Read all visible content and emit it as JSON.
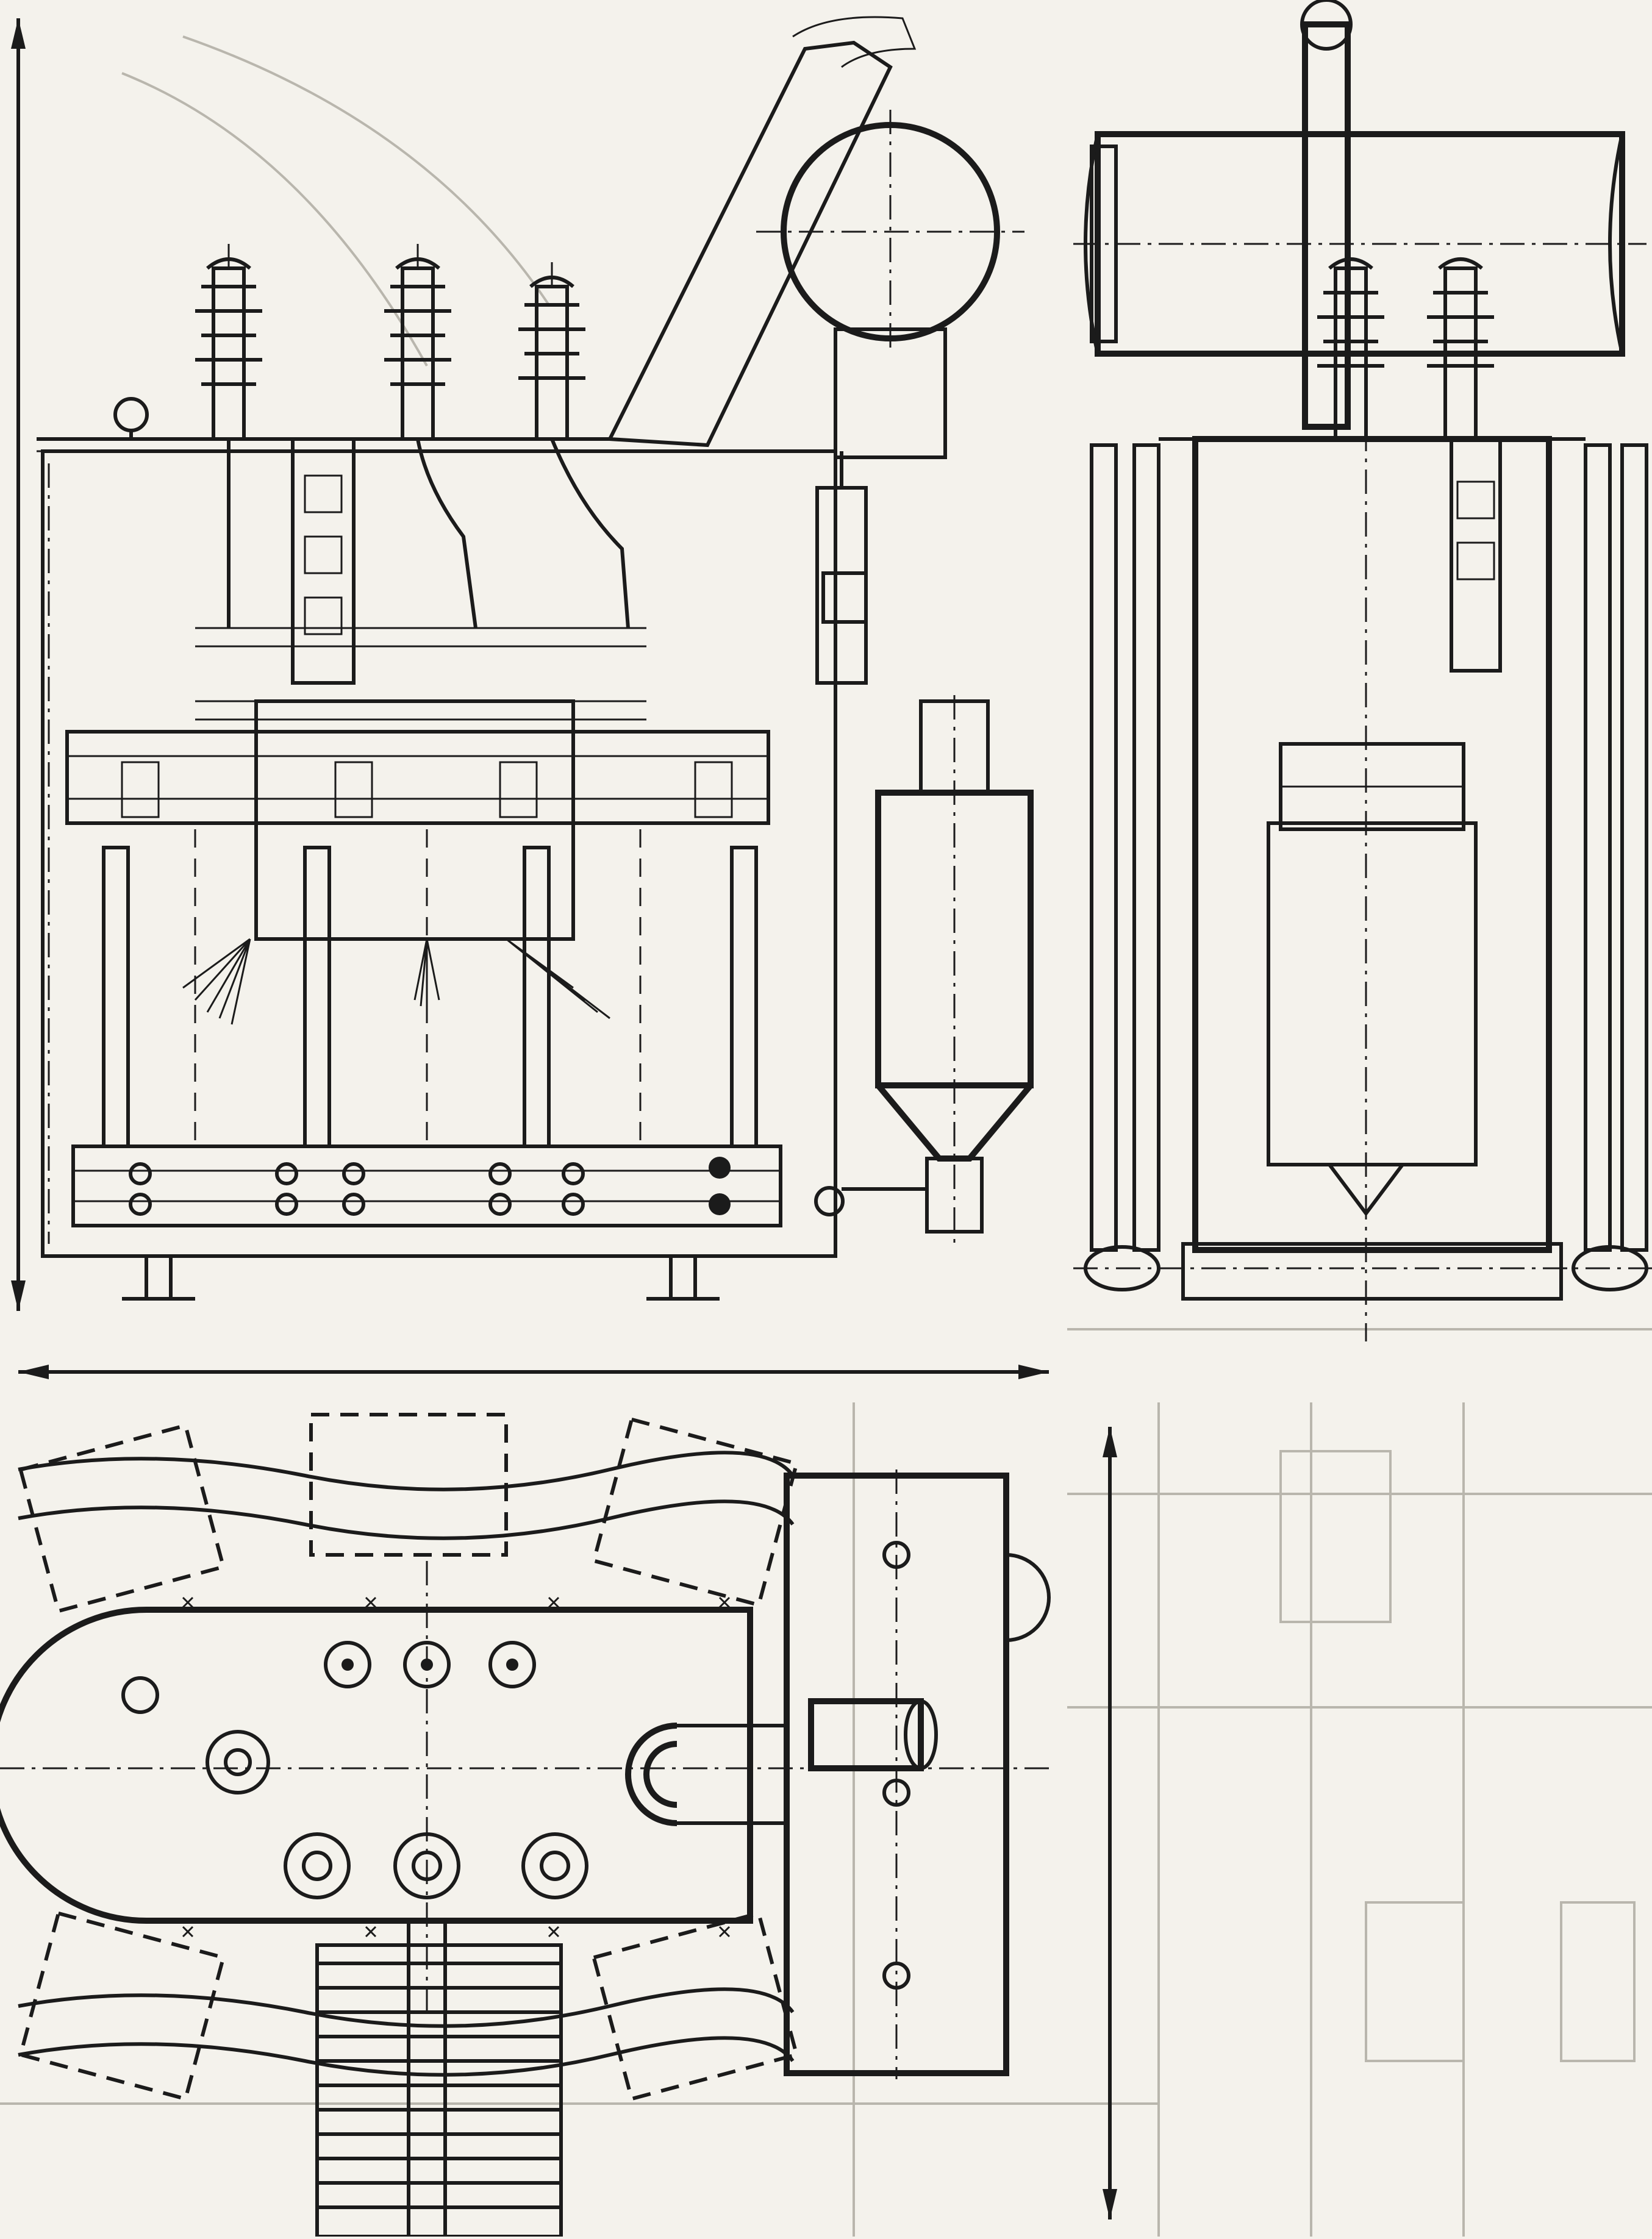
{
  "drawing": {
    "views": [
      "front-elevation",
      "side-elevation",
      "plan-view"
    ],
    "phases": 3,
    "high_voltage_bushings_front": 3,
    "bushings_side": 2,
    "plan_bushings_large": 3,
    "plan_bushings_small": 3
  },
  "colors": {
    "paper": "#f4f2ec",
    "ink": "#1b1b1b",
    "ghost_background": "#b9b6ad"
  }
}
